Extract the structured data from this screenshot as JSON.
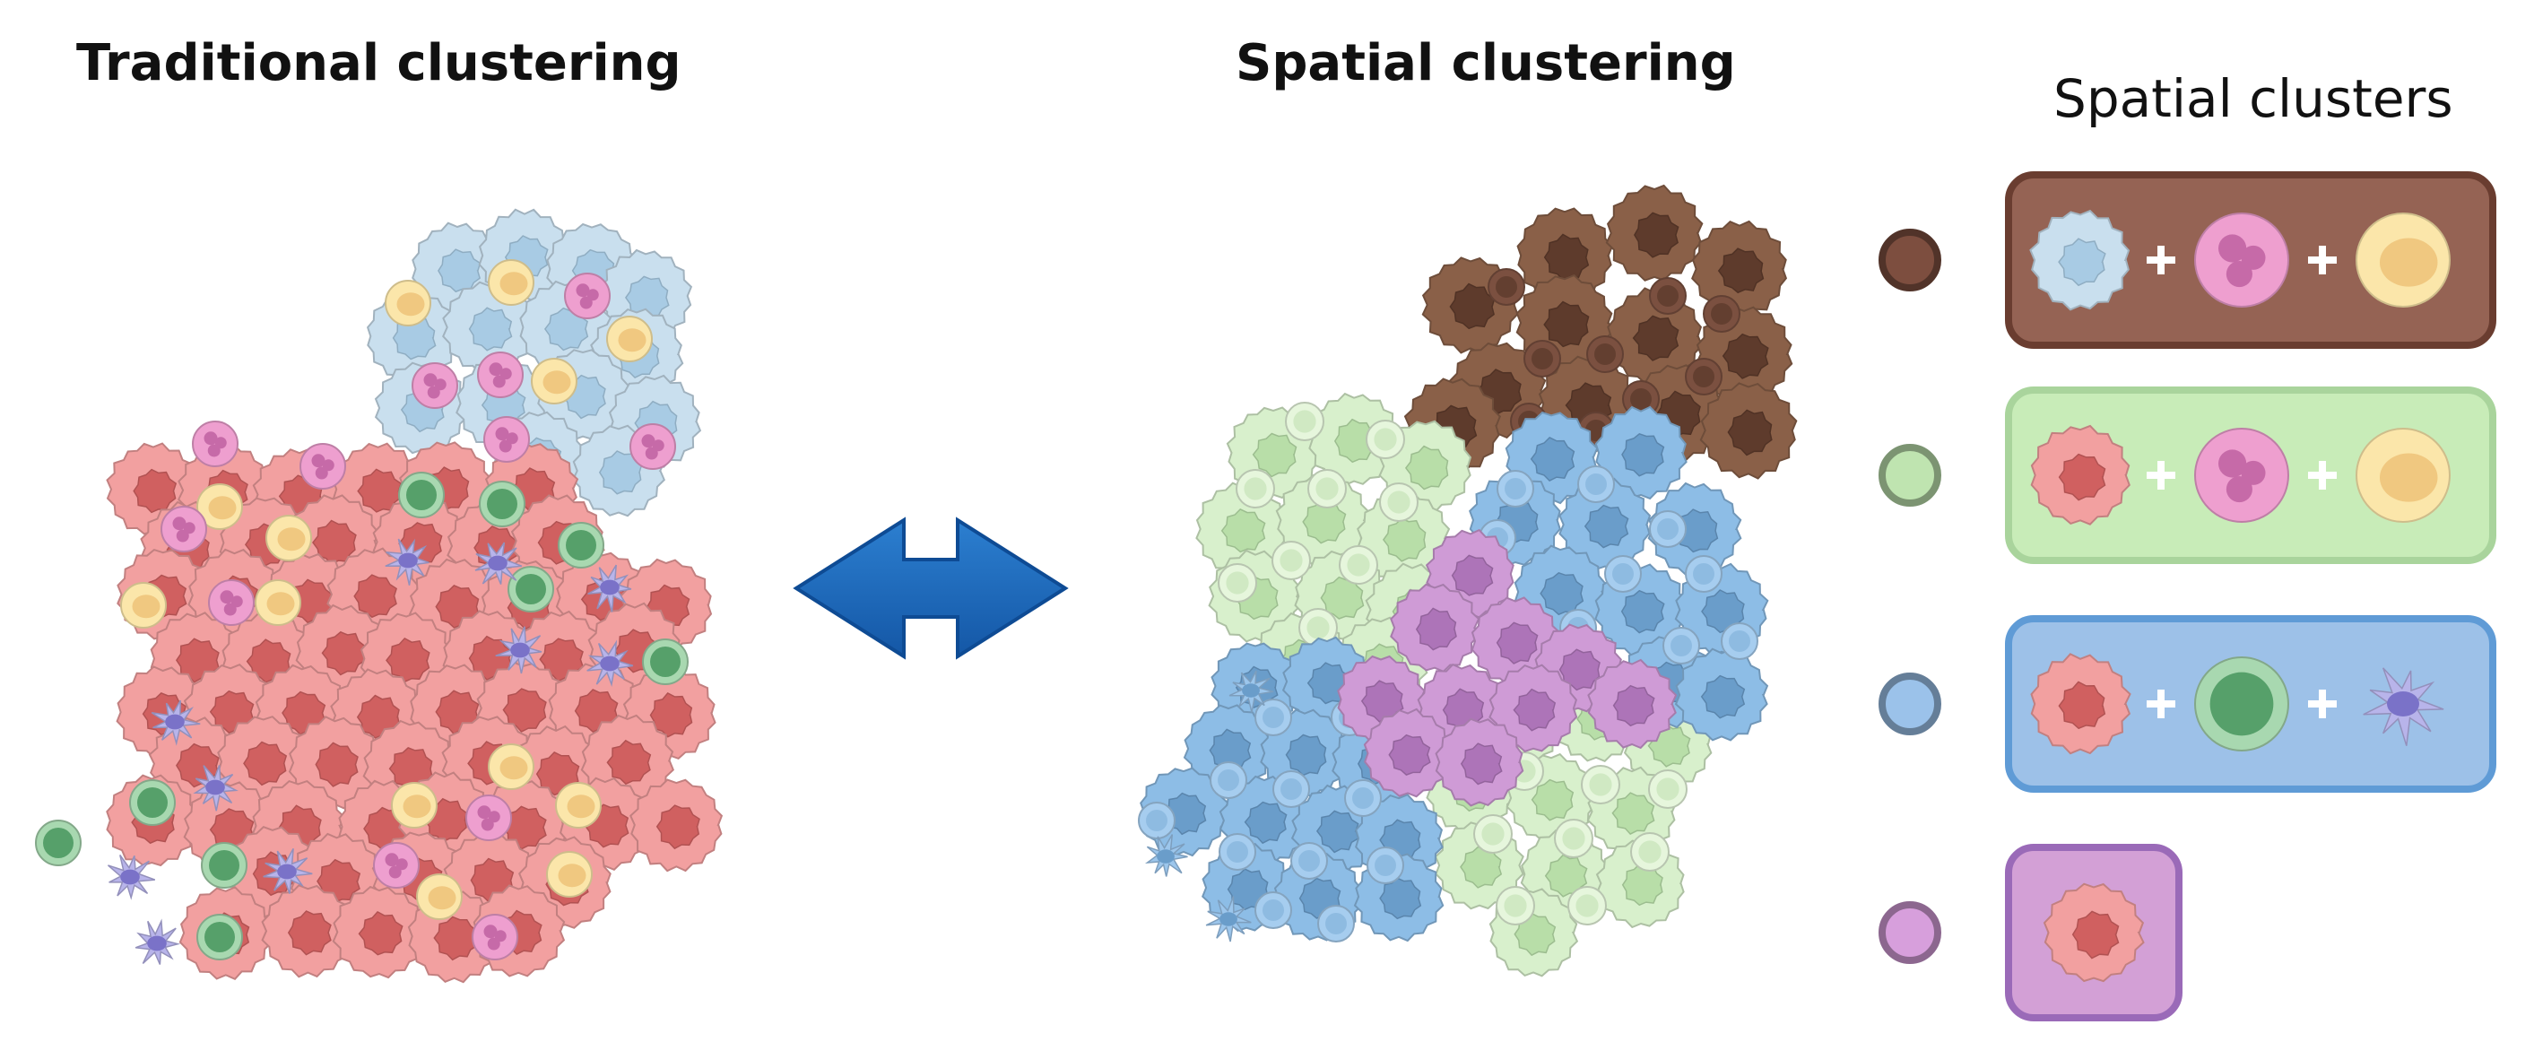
{
  "titles": {
    "traditional": "Traditional clustering",
    "spatial": "Spatial clustering",
    "legend": "Spatial clusters"
  },
  "colors": {
    "tumor": "#f2a0a0",
    "tumor_nucleus": "#d06060",
    "macrophage": "#c9dfee",
    "macrophage_nucleus": "#a8cbe4",
    "neutrophil": "#ee9fcf",
    "neutrophil_nucleus": "#c66aa8",
    "plasma": "#fbe6aa",
    "plasma_nucleus": "#f0c880",
    "lymphocyte": "#a8d8b0",
    "lymphocyte_nucleus": "#56a06a",
    "dendritic": "#b8b4ea",
    "dendritic_nucleus": "#7a72c8",
    "cluster_brown": "#8f6050",
    "cluster_green": "#cfeebc",
    "cluster_blue": "#9dc3e8",
    "cluster_purple": "#d8a6dc",
    "arrow": "#1d66b8"
  },
  "clusters": [
    {
      "name": "brown-cluster",
      "color": "#7d4e3f",
      "fill": "#956354",
      "border": "#6a3d30",
      "cells": [
        "macrophage",
        "neutrophil",
        "plasma"
      ]
    },
    {
      "name": "green-cluster",
      "color": "#bfe4b0",
      "fill": "#c8ecb8",
      "border": "#a9d49c",
      "cells": [
        "tumor",
        "neutrophil",
        "plasma"
      ]
    },
    {
      "name": "blue-cluster",
      "color": "#9bc2ea",
      "fill": "#9dc1e8",
      "border": "#5f9bd6",
      "cells": [
        "tumor",
        "lymphocyte",
        "dendritic"
      ]
    },
    {
      "name": "purple-cluster",
      "color": "#d79fdc",
      "fill": "#d3a0d6",
      "border": "#9a6ab8",
      "cells": [
        "tumor"
      ]
    }
  ]
}
